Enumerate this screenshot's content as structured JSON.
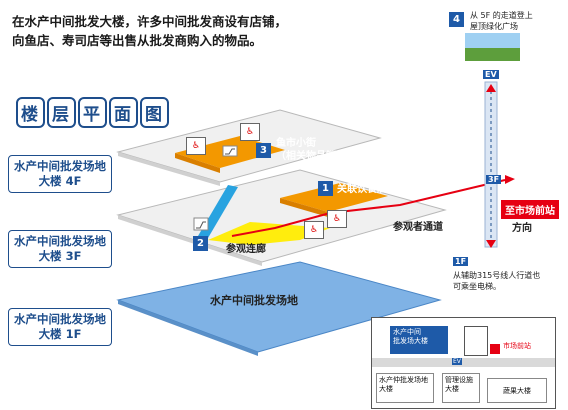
{
  "intro": {
    "line1": "在水产中间批发大楼，许多中间批发商设有店铺，",
    "line2": "向鱼店、寿司店等出售从批发商购入的物品。"
  },
  "title": {
    "chars": [
      "楼",
      "层",
      "平",
      "面",
      "图"
    ]
  },
  "floors": {
    "f4": {
      "line1": "水产中间批发场地",
      "line2": "大楼 4F"
    },
    "f3": {
      "line1": "水产中间批发场地",
      "line2": "大楼 3F"
    },
    "f1": {
      "line1": "水产中间批发场地",
      "line2": "大楼 1F"
    }
  },
  "markers": {
    "m1": {
      "num": "1",
      "label": "关联饮食店铺"
    },
    "m2": {
      "num": "2",
      "label": "参观连廊"
    },
    "m3": {
      "num": "3",
      "label_line1": "鱼市小街",
      "label_line2": "（相关物品销售店）"
    },
    "m4": {
      "num": "4",
      "line1": "从 5F 的走道登上",
      "line2": "屋顶绿化广场"
    }
  },
  "visitor_passage": "参观者通道",
  "ground_floor_label": "水产中间批发场地",
  "elevator": {
    "top": "EV",
    "mid": "3F",
    "bottom": "1F",
    "note_line1": "从辅助315号线人行道也",
    "note_line2": "可乘坐电梯。"
  },
  "direction": {
    "to": "至市场前站",
    "label": "方向"
  },
  "inset_map": {
    "building_line1": "水产中间",
    "building_line2": "批发场大楼",
    "ev": "EV",
    "station": "市场前站",
    "wholesale_line1": "水产仲批发场地",
    "wholesale_line2": "大楼",
    "admin_line1": "管理设施",
    "admin_line2": "大楼",
    "produce": "蔬果大楼"
  },
  "colors": {
    "blue": "#1e4e8c",
    "orange": "#f39800",
    "red": "#e60012",
    "yellow": "#ffec00",
    "floor_blue": "#7fb2e5"
  }
}
